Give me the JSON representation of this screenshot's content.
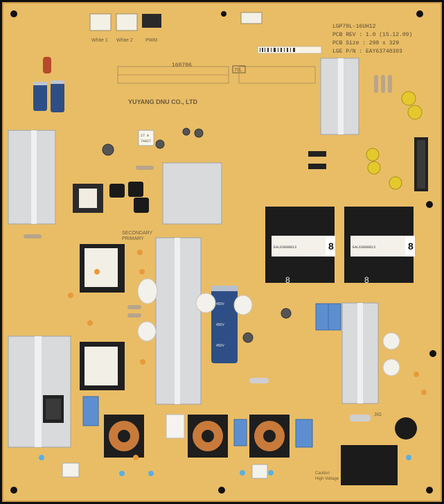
{
  "board": {
    "maker": "YUYANG DNU CO., LTD",
    "model": "LGP70L-16UH12",
    "pcb_rev": "PCB REV : 1.0 (15.12.09)",
    "pcb_size": "PCB Size : 298 x 329",
    "lge_pn": "LGE P/N : EAY63748303",
    "code": "160706",
    "size_tag": "70L",
    "sticker": "27 A",
    "sticker2": "7A027",
    "jig": "JIG",
    "secondary": "SECONDARY",
    "primary": "PRIMARY",
    "caution": "Caution",
    "high_voltage": "High Voltage",
    "transformer1": "8",
    "transformer2": "8",
    "tx_label1": "EAL63898813",
    "tx_label2": "EAL63898813",
    "white1": "White 1",
    "white2": "White 2",
    "pwm": "PWM"
  },
  "colors": {
    "board": "#e9bd66",
    "board_dark": "#d9a951",
    "heatsink": "#d8dadc",
    "transformer": "#1c1c1c",
    "capacitor_blue": "#2e4f86",
    "film_cap": "#5d8fd0",
    "coil": "#c87a3a"
  }
}
